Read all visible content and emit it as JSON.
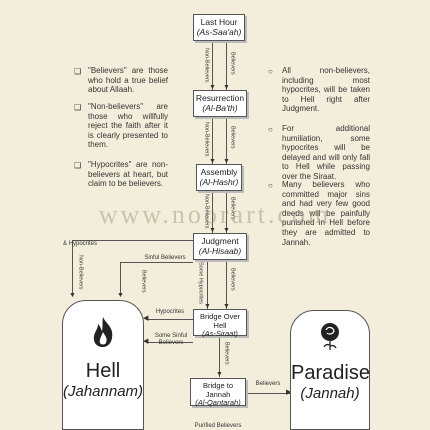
{
  "watermark": "www.noorart.com",
  "stages": [
    {
      "title": "Last Hour",
      "arabic": "(As-Saa'ah)"
    },
    {
      "title": "Resurrection",
      "arabic": "(Al-Ba'th)"
    },
    {
      "title": "Assembly",
      "arabic": "(Al-Hashr)"
    },
    {
      "title": "Judgment",
      "arabic": "(Al-Hisaab)"
    },
    {
      "title": "Bridge Over Hell",
      "arabic": "(As-Siraat)"
    },
    {
      "title": "Bridge to Jannah",
      "arabic": "(Al-Qantarah)"
    }
  ],
  "flow_labels": {
    "non_believers": "Non-Believers",
    "believers": "Believers",
    "hypocrites_left": "& Hypocrites",
    "sinful_believers": "Sinful Believers",
    "some_hypocrites": "Some Hypocrites",
    "some_sinful_believers": "Some Sinful Believers",
    "hypocrites": "Hypocrites",
    "bottom_cut": "Purified Believers"
  },
  "places": {
    "hell": {
      "name": "Hell",
      "arabic": "(Jahannam)"
    },
    "paradise": {
      "name": "Paradise",
      "arabic": "(Jannah)"
    }
  },
  "left_notes": [
    "\"Believers\" are those who hold a true belief about Allaah.",
    "\"Non-believers\" are those who willfully reject the faith after it is clearly presented to them.",
    "\"Hypocrites\" are non-believers at heart, but claim to be believers."
  ],
  "right_notes": [
    "All non-believers, including most hypocrites, will be taken to Hell right after Judgment.",
    "For additional humiliation, some hypocrites will be delayed and will only fall to Hell while passing over the Siraat.",
    "Many believers who committed major sins and had very few good deeds will be painfully punished in Hell before they are admitted to Jannah."
  ]
}
